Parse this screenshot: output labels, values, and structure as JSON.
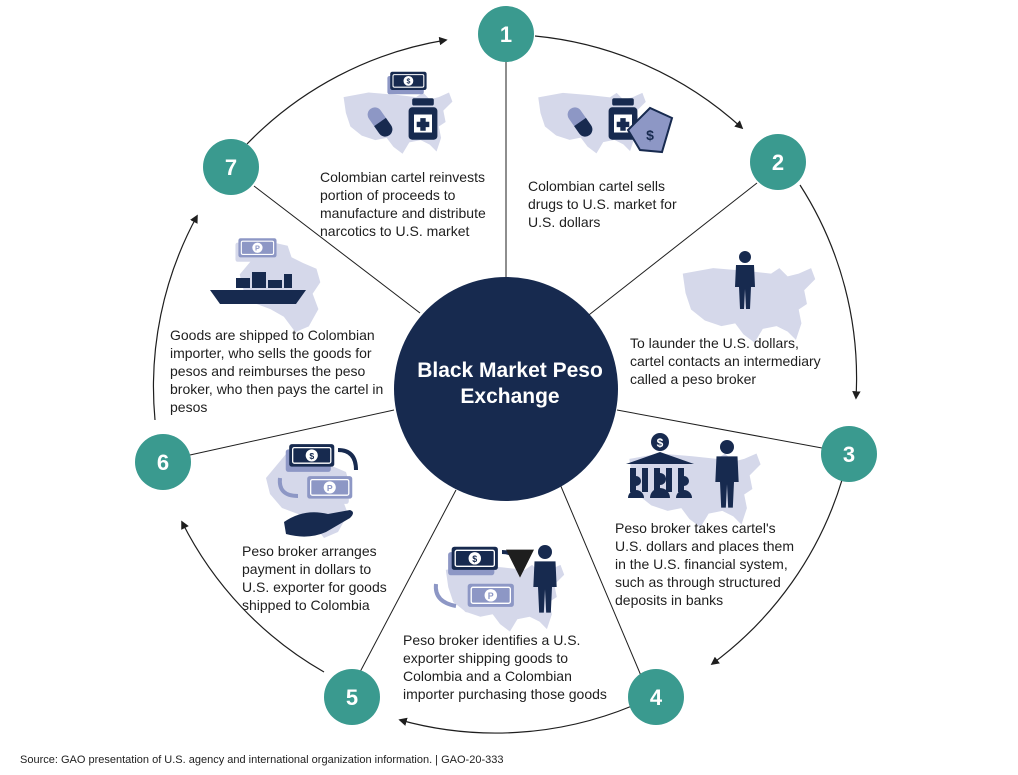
{
  "title": "Black Market Peso Exchange",
  "colors": {
    "navy": "#172a4f",
    "teal": "#3a9a8f",
    "map": "#d5d8ea",
    "icon_light": "#8d97c5",
    "line": "#1e1e1e"
  },
  "steps": [
    {
      "number": "1",
      "text": "Colombian cartel sells drugs to U.S. market for U.S. dollars",
      "icons": [
        "us-map-icon",
        "pill-icon",
        "medicine-bottle-icon",
        "price-tag-icon"
      ]
    },
    {
      "number": "2",
      "text": "To launder the U.S. dollars, cartel contacts an intermediary called a peso broker",
      "icons": [
        "us-map-icon",
        "person-icon"
      ]
    },
    {
      "number": "3",
      "text": "Peso broker takes cartel's U.S. dollars and places them in the U.S. financial system, such as through structured deposits in banks",
      "icons": [
        "us-map-icon",
        "bank-icon",
        "group-icon",
        "person-icon"
      ]
    },
    {
      "number": "4",
      "text": "Peso broker identifies a U.S. exporter shipping goods to Colombia and a Colombian importer purchasing those goods",
      "icons": [
        "us-map-icon",
        "dollar-bill-icon",
        "peso-bill-icon",
        "person-icon"
      ]
    },
    {
      "number": "5",
      "text": "Peso broker arranges payment in dollars to U.S. exporter for goods shipped to Colombia",
      "icons": [
        "colombia-map-icon",
        "dollar-bill-icon",
        "peso-bill-icon",
        "hand-icon"
      ]
    },
    {
      "number": "6",
      "text": "Goods are shipped to Colombian importer, who sells the goods for pesos and reimburses the peso broker, who then pays the cartel in pesos",
      "icons": [
        "colombia-map-icon",
        "cargo-ship-icon",
        "peso-bill-icon"
      ]
    },
    {
      "number": "7",
      "text": "Colombian cartel reinvests portion of proceeds to manufacture and distribute narcotics to U.S. market",
      "icons": [
        "us-map-icon",
        "pill-icon",
        "medicine-bottle-icon",
        "dollar-bill-icon"
      ]
    }
  ],
  "source": "Source: GAO presentation of U.S. agency and international organization information.  |  GAO-20-333"
}
